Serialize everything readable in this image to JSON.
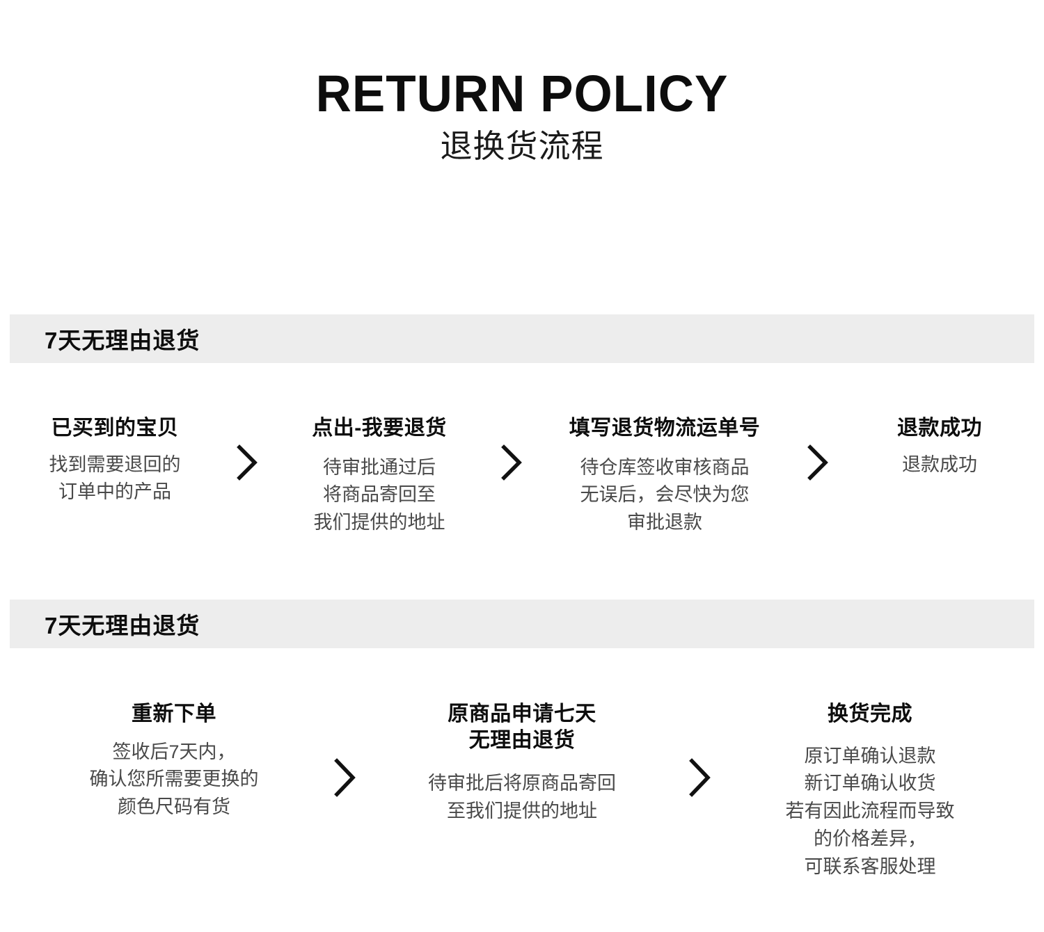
{
  "header": {
    "title_en": "RETURN POLICY",
    "title_zh": "退换货流程"
  },
  "colors": {
    "bar_background": "#ededed",
    "title_text": "#0d0d0d",
    "body_text": "#494949",
    "page_background": "#ffffff"
  },
  "sections": [
    {
      "bar_label": "7天无理由退货",
      "steps": [
        {
          "title": "已买到的宝贝",
          "desc": "找到需要退回的\n订单中的产品"
        },
        {
          "title": "点出-我要退货",
          "desc": "待审批通过后\n将商品寄回至\n我们提供的地址"
        },
        {
          "title": "填写退货物流运单号",
          "desc": "待仓库签收审核商品\n无误后，会尽快为您\n审批退款"
        },
        {
          "title": "退款成功",
          "desc": "退款成功"
        }
      ],
      "separator_icon": "chevron-right-icon"
    },
    {
      "bar_label": "7天无理由退货",
      "steps": [
        {
          "title": "重新下单",
          "desc": "签收后7天内，\n确认您所需要更换的\n颜色尺码有货"
        },
        {
          "title": "原商品申请七天\n无理由退货",
          "desc": "待审批后将原商品寄回\n至我们提供的地址"
        },
        {
          "title": "换货完成",
          "desc": "原订单确认退款\n新订单确认收货\n若有因此流程而导致\n的价格差异，\n可联系客服处理"
        }
      ],
      "separator_icon": "chevron-right-icon"
    }
  ]
}
